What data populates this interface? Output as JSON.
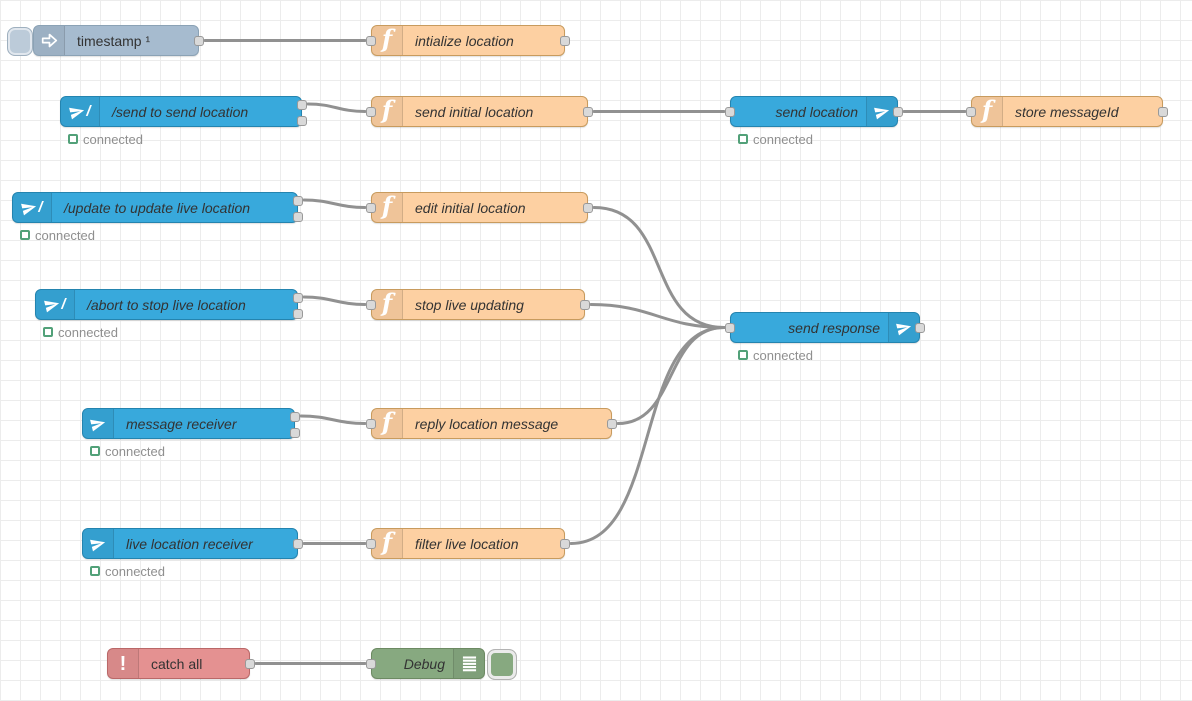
{
  "app": {
    "name": "Node-RED flow editor canvas"
  },
  "colors": {
    "inject_node": "#a6bbcf",
    "function_node": "#fdd0a2",
    "telegram_node": "#38a9dc",
    "catch_node": "#e49191",
    "debug_node": "#87a980",
    "wire": "#919191",
    "status_green": "#52a179",
    "status_text": "#8f8f8f",
    "port_fill": "#d9d9d9",
    "port_border": "#999999",
    "grid_line": "#ececec",
    "label_text": "#333333"
  },
  "icons": {
    "inject_icon": "arrow-right",
    "telegram_icon": "paper-plane",
    "function_glyph": "f",
    "catch_glyph": "!",
    "command_slash": "/",
    "debug_icon": "list-lines"
  },
  "nodes": [
    {
      "label": "timestamp ¹",
      "type": "inject"
    },
    {
      "label": "intialize location",
      "type": "function"
    },
    {
      "label": "/send to send location",
      "type": "telegram-command",
      "status": "connected"
    },
    {
      "label": "send initial location",
      "type": "function"
    },
    {
      "label": "send location",
      "type": "telegram-sender",
      "status": "connected"
    },
    {
      "label": "store messageId",
      "type": "function"
    },
    {
      "label": "/update to update live location",
      "type": "telegram-command",
      "status": "connected"
    },
    {
      "label": "edit initial location",
      "type": "function"
    },
    {
      "label": "/abort to stop live location",
      "type": "telegram-command",
      "status": "connected"
    },
    {
      "label": "stop live updating",
      "type": "function"
    },
    {
      "label": "send response",
      "type": "telegram-sender",
      "status": "connected"
    },
    {
      "label": "message receiver",
      "type": "telegram-receiver",
      "status": "connected"
    },
    {
      "label": "reply location message",
      "type": "function"
    },
    {
      "label": "live location receiver",
      "type": "telegram-receiver",
      "status": "connected"
    },
    {
      "label": "filter live location",
      "type": "function"
    },
    {
      "label": "catch all",
      "type": "catch"
    },
    {
      "label": "Debug",
      "type": "debug"
    }
  ]
}
